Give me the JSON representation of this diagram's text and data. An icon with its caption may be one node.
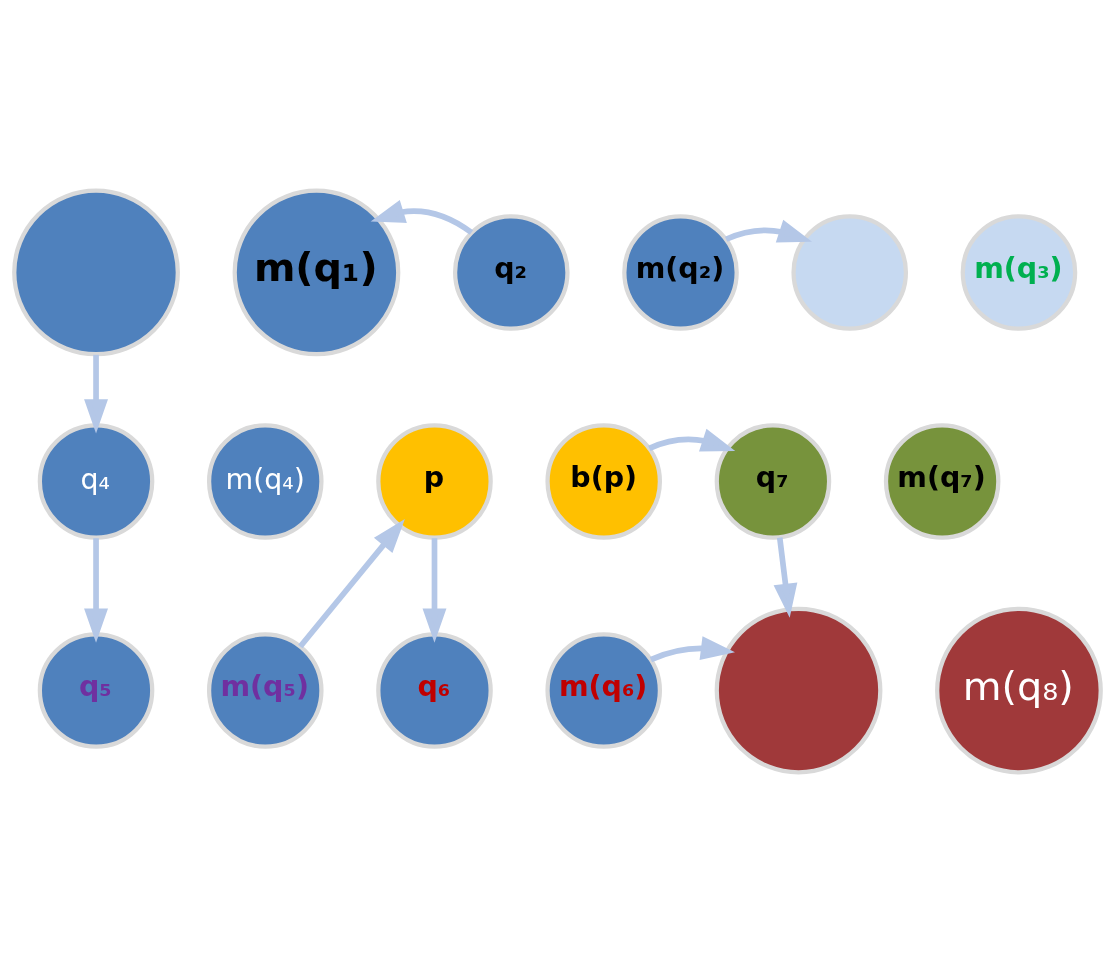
{
  "diagram": {
    "nodes": [
      {
        "text": [],
        "shape": "circle"
      },
      {
        "text": [
          "m(q₁)"
        ]
      },
      {
        "text": [
          "q₂"
        ]
      },
      {
        "text": [
          "m(q₂)"
        ]
      },
      {
        "text": [],
        "shape": "circle"
      },
      {
        "text": [
          "m(q₃)"
        ]
      },
      {
        "text": [
          "q₄"
        ]
      },
      {
        "text": [
          "m(q₄)"
        ]
      },
      {
        "text": [
          "p"
        ]
      },
      {
        "text": [
          "b(p)"
        ]
      },
      {
        "text": [
          "q₇"
        ]
      },
      {
        "text": [
          "m(q₇)"
        ]
      },
      {
        "text": [
          "q₅"
        ]
      },
      {
        "text": [
          "m(q₅)"
        ]
      },
      {
        "text": [
          "q₆"
        ]
      },
      {
        "text": [
          "m(q₆)"
        ]
      },
      {
        "text": [],
        "shape": "circle"
      },
      {
        "text": [
          "m(q₈)"
        ]
      }
    ],
    "edges": [
      {
        "from": 2,
        "to": 1,
        "arrow": "to"
      },
      {
        "from": 3,
        "to": 4,
        "arrow": "to"
      },
      {
        "from": 0,
        "to": 6,
        "arrow": "to"
      },
      {
        "from": 9,
        "to": 10,
        "arrow": "to"
      },
      {
        "from": 6,
        "to": 12,
        "arrow": "to"
      },
      {
        "from": 13,
        "to": 8,
        "arrow": "to"
      },
      {
        "from": 8,
        "to": 14,
        "arrow": "to"
      },
      {
        "from": 10,
        "to": 16,
        "arrow": "to"
      },
      {
        "from": 15,
        "to": 16,
        "arrow": "to"
      }
    ]
  }
}
